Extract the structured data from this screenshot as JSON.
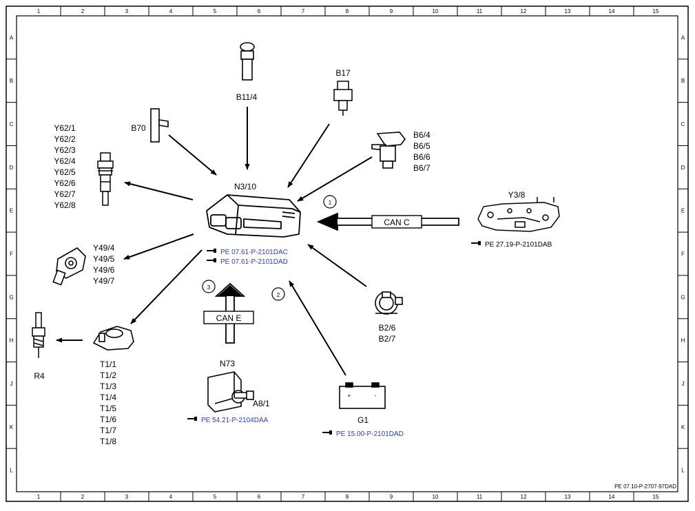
{
  "grid": {
    "columns": [
      "1",
      "2",
      "3",
      "4",
      "5",
      "6",
      "7",
      "8",
      "9",
      "10",
      "11",
      "12",
      "13",
      "14",
      "15"
    ],
    "rows": [
      "A",
      "B",
      "C",
      "D",
      "E",
      "F",
      "G",
      "H",
      "J",
      "K",
      "L"
    ]
  },
  "ecu": {
    "code": "N3/10",
    "refs": [
      "PE 07.61-P-2101DAC",
      "PE 07.61-P-2101DAD"
    ]
  },
  "components": {
    "b11_4": "B11/4",
    "b17": "B17",
    "b70": "B70",
    "b6_group": [
      "B6/4",
      "B6/5",
      "B6/6",
      "B6/7"
    ],
    "y62_group": [
      "Y62/1",
      "Y62/2",
      "Y62/3",
      "Y62/4",
      "Y62/5",
      "Y62/6",
      "Y62/7",
      "Y62/8"
    ],
    "y49_group": [
      "Y49/4",
      "Y49/5",
      "Y49/6",
      "Y49/7"
    ],
    "r4": "R4",
    "t1_group": [
      "T1/1",
      "T1/2",
      "T1/3",
      "T1/4",
      "T1/5",
      "T1/6",
      "T1/7",
      "T1/8"
    ],
    "n73": "N73",
    "a8_1": "A8/1",
    "n73_ref": "PE 54.21-P-2104DAA",
    "g1": "G1",
    "g1_ref": "PE 15.00-P-2101DAD",
    "battery_plus": "+",
    "battery_minus": "-",
    "b2_group": [
      "B2/6",
      "B2/7"
    ],
    "y3_8": "Y3/8",
    "y3_8_ref": "PE 27.19-P-2101DAB"
  },
  "buses": {
    "can_c": "CAN C",
    "can_e": "CAN E"
  },
  "markers": [
    "1",
    "2",
    "3"
  ],
  "doc_ref": "PE 07.10-P-2707-97DAD"
}
